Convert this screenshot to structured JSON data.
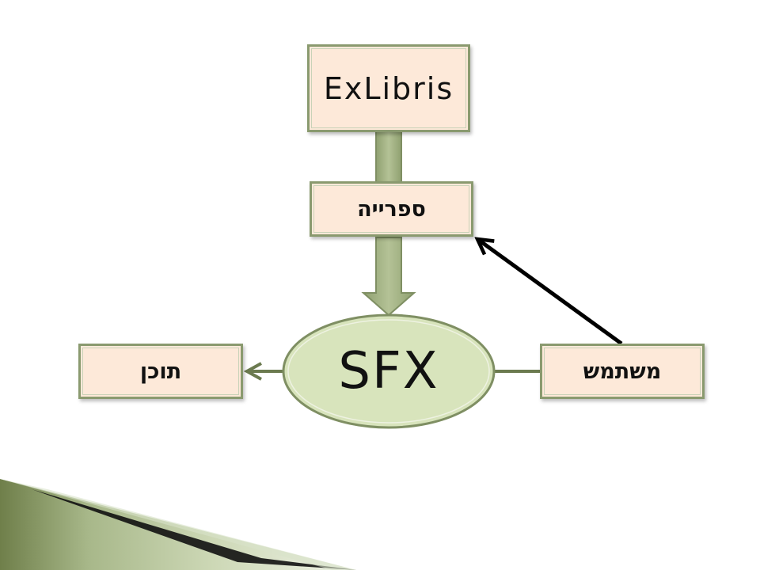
{
  "diagram": {
    "nodes": {
      "exlibris": "ExLibris",
      "library": "ספרייה",
      "sfx": "SFX",
      "content": "תוכן",
      "user": "משתמש"
    },
    "colors": {
      "box_fill": "#fde9d9",
      "box_border": "#8a9a6f",
      "ellipse_fill": "#d8e4bc",
      "ellipse_border": "#7f8f63",
      "thick_arrow": "#a9b98a",
      "connector": "#6b7a4f",
      "user_arrow": "#000000"
    },
    "edges": [
      {
        "from": "exlibris",
        "to": "sfx",
        "style": "block-arrow"
      },
      {
        "from": "user",
        "to": "library",
        "style": "arrow"
      },
      {
        "from": "user",
        "to": "sfx",
        "style": "line"
      },
      {
        "from": "sfx",
        "to": "content",
        "style": "arrow"
      }
    ]
  }
}
